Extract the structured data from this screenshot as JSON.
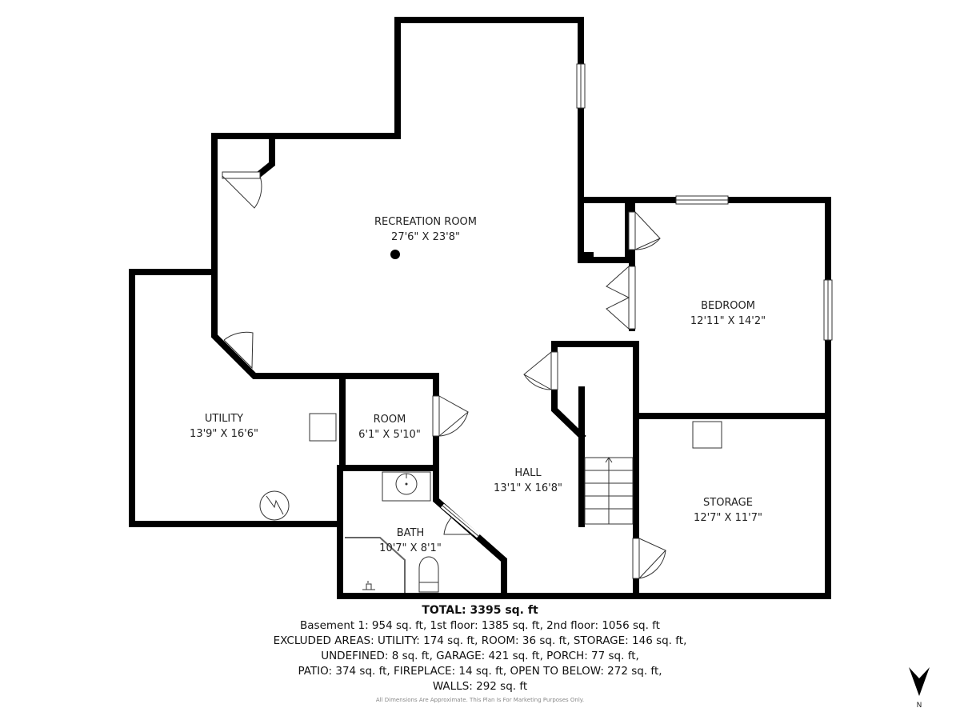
{
  "rooms": {
    "recreation": {
      "name": "RECREATION ROOM",
      "size": "27'6\" X 23'8\""
    },
    "bedroom": {
      "name": "BEDROOM",
      "size": "12'11\" X 14'2\""
    },
    "utility": {
      "name": "UTILITY",
      "size": "13'9\" X 16'6\""
    },
    "room": {
      "name": "ROOM",
      "size": "6'1\" X 5'10\""
    },
    "hall": {
      "name": "HALL",
      "size": "13'1\" X 16'8\""
    },
    "storage": {
      "name": "STORAGE",
      "size": "12'7\" X 11'7\""
    },
    "bath": {
      "name": "BATH",
      "size": "10'7\" X 8'1\""
    }
  },
  "summary": {
    "total": "TOTAL: 3395 sq. ft",
    "lines": [
      "Basement 1: 954 sq. ft, 1st floor: 1385 sq. ft, 2nd floor: 1056 sq. ft",
      "EXCLUDED AREAS: UTILITY: 174 sq. ft, ROOM: 36 sq. ft, STORAGE: 146 sq. ft,",
      "UNDEFINED: 8 sq. ft, GARAGE: 421 sq. ft, PORCH: 77 sq. ft,",
      "PATIO: 374 sq. ft, FIREPLACE: 14 sq. ft, OPEN TO BELOW: 272 sq. ft,",
      "WALLS: 292 sq. ft"
    ],
    "disclaimer": "All Dimensions Are Approximate. This Plan Is For Marketing Purposes Only."
  },
  "compass": {
    "label": "N",
    "icon": "north-arrow-icon"
  },
  "colors": {
    "wall": "#000000",
    "background": "#ffffff"
  }
}
